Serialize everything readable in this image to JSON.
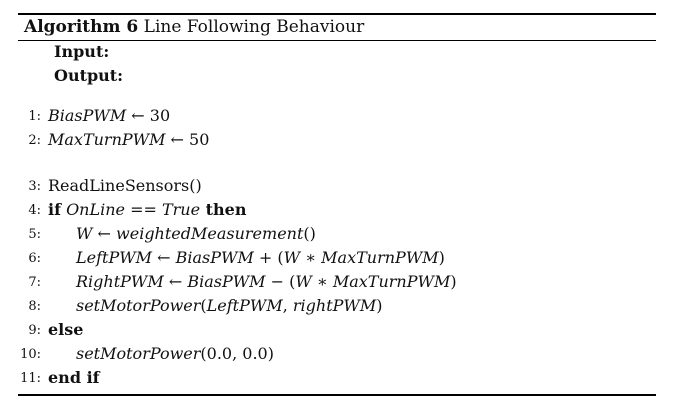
{
  "caption": {
    "label": "Algorithm 6",
    "title": "Line Following Behaviour"
  },
  "input_label": "Input:",
  "output_label": "Output:",
  "lines": [
    {
      "num": "1:",
      "indent": 0,
      "parts": [
        {
          "t": "BiasPWM",
          "s": "i"
        },
        {
          "t": " ← 30",
          "s": ""
        }
      ]
    },
    {
      "num": "2:",
      "indent": 0,
      "parts": [
        {
          "t": "MaxTurnPWM",
          "s": "i"
        },
        {
          "t": " ← 50",
          "s": ""
        }
      ]
    },
    {
      "num": "3:",
      "indent": 0,
      "parts": [
        {
          "t": "ReadLineSensors()",
          "s": ""
        }
      ]
    },
    {
      "num": "4:",
      "indent": 0,
      "parts": [
        {
          "t": "if",
          "s": "b"
        },
        {
          "t": " ",
          "s": ""
        },
        {
          "t": "OnLine",
          "s": "i"
        },
        {
          "t": " == ",
          "s": ""
        },
        {
          "t": "True",
          "s": "i"
        },
        {
          "t": " then",
          "s": "b"
        }
      ]
    },
    {
      "num": "5:",
      "indent": 1,
      "parts": [
        {
          "t": "W",
          "s": "i"
        },
        {
          "t": " ← ",
          "s": ""
        },
        {
          "t": "weightedMeasurement",
          "s": "i"
        },
        {
          "t": "()",
          "s": ""
        }
      ]
    },
    {
      "num": "6:",
      "indent": 1,
      "parts": [
        {
          "t": "LeftPWM",
          "s": "i"
        },
        {
          "t": " ← ",
          "s": ""
        },
        {
          "t": "BiasPWM",
          "s": "i"
        },
        {
          "t": " + (",
          "s": ""
        },
        {
          "t": "W",
          "s": "i"
        },
        {
          "t": " ∗ ",
          "s": ""
        },
        {
          "t": "MaxTurnPWM",
          "s": "i"
        },
        {
          "t": ")",
          "s": ""
        }
      ]
    },
    {
      "num": "7:",
      "indent": 1,
      "parts": [
        {
          "t": "RightPWM",
          "s": "i"
        },
        {
          "t": " ← ",
          "s": ""
        },
        {
          "t": "BiasPWM",
          "s": "i"
        },
        {
          "t": " − (",
          "s": ""
        },
        {
          "t": "W",
          "s": "i"
        },
        {
          "t": " ∗ ",
          "s": ""
        },
        {
          "t": "MaxTurnPWM",
          "s": "i"
        },
        {
          "t": ")",
          "s": ""
        }
      ]
    },
    {
      "num": "8:",
      "indent": 1,
      "parts": [
        {
          "t": "setMotorPower",
          "s": "i"
        },
        {
          "t": "(",
          "s": ""
        },
        {
          "t": "LeftPWM",
          "s": "i"
        },
        {
          "t": ", ",
          "s": ""
        },
        {
          "t": "rightPWM",
          "s": "i"
        },
        {
          "t": ")",
          "s": ""
        }
      ]
    },
    {
      "num": "9:",
      "indent": 0,
      "parts": [
        {
          "t": "else",
          "s": "b"
        }
      ]
    },
    {
      "num": "10:",
      "indent": 1,
      "parts": [
        {
          "t": "setMotorPower",
          "s": "i"
        },
        {
          "t": "(0.0, 0.0)",
          "s": ""
        }
      ]
    },
    {
      "num": "11:",
      "indent": 0,
      "parts": [
        {
          "t": "end if",
          "s": "b"
        }
      ]
    }
  ]
}
